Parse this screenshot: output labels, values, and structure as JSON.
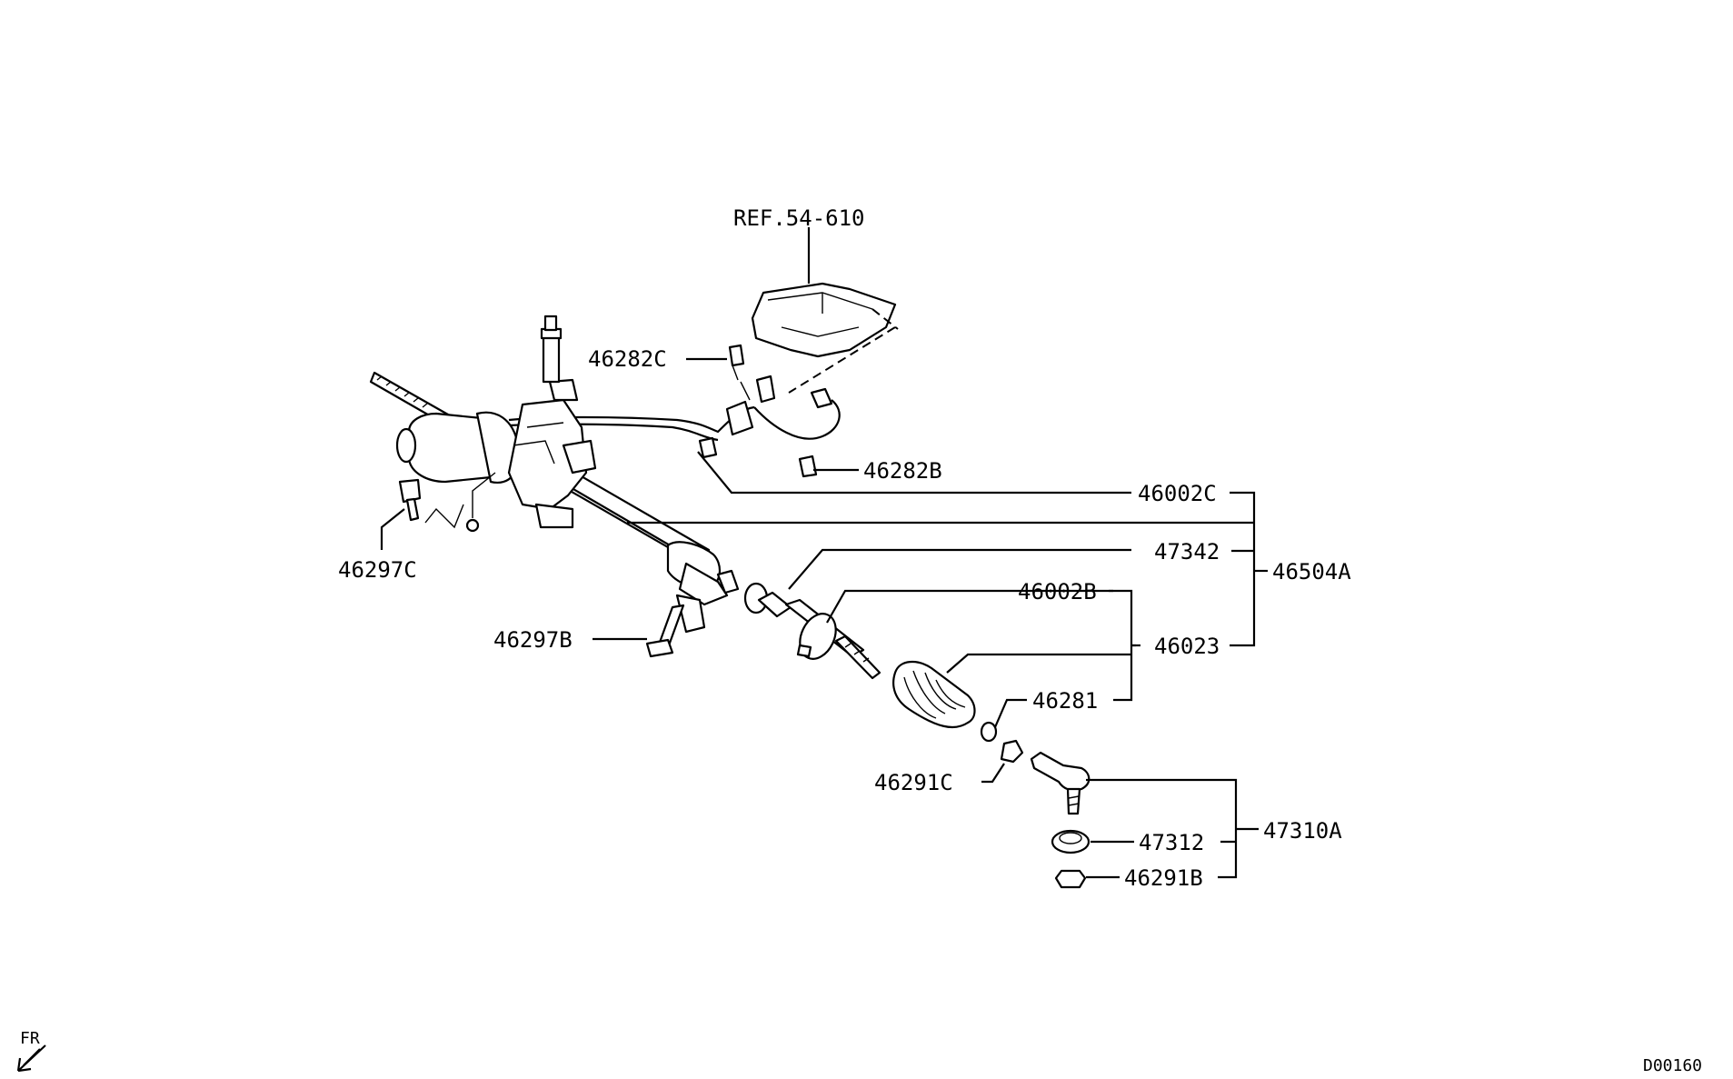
{
  "labels": {
    "ref": "REF.54-610",
    "p46282C": "46282C",
    "p46282B": "46282B",
    "p46002C": "46002C",
    "p47342": "47342",
    "p46504A": "46504A",
    "p46002B": "46002B",
    "p46023": "46023",
    "p46297C": "46297C",
    "p46297B": "46297B",
    "p46281": "46281",
    "p46291C": "46291C",
    "p47310A": "47310A",
    "p47312": "47312",
    "p46291B": "46291B",
    "fr": "FR",
    "code": "D00160"
  }
}
